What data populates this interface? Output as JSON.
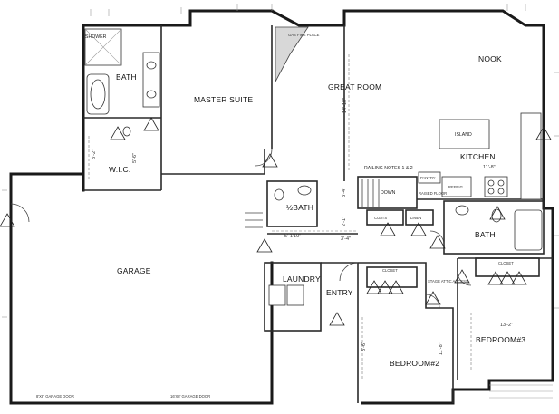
{
  "rooms": {
    "master_suite": "MASTER SUITE",
    "great_room": "GREAT ROOM",
    "nook": "NOOK",
    "kitchen": "KITCHEN",
    "garage": "GARAGE",
    "bath_master": "BATH",
    "wic": "W.I.C.",
    "half_bath": "½BATH",
    "laundry": "LAUNDRY",
    "entry": "ENTRY",
    "bath_hall": "BATH",
    "bedroom2": "BEDROOM#2",
    "bedroom3": "BEDROOM#3"
  },
  "labels": {
    "shower": "SHOWER",
    "island": "ISLAND",
    "fireplace": "GAS FIRE PLACE",
    "railing_notes": "RAILING NOTES 1 & 2",
    "pantry": "PANTRY",
    "raised_floor": "RAISED FLOOR",
    "refrig": "REFRIG",
    "down": "DOWN",
    "coats": "COATS",
    "linen": "LINEN",
    "closet_b2": "CLOSET",
    "closet_b3": "CLOSET",
    "attic_access": "STAGE ATTIC ACCESS",
    "garage_door_left": "8'X8' GARAGE DOOR",
    "garage_door_right": "16'X8' GARAGE DOOR"
  },
  "dimensions": {
    "d1": "14'-10\"",
    "d2": "11'-8\"",
    "d3": "5'-6\"",
    "d4": "3'-4\"",
    "d5": "5'-1'10\"",
    "d6": "8'-2\"",
    "d7": "5'-6\"",
    "d8": "11'-8\"",
    "d9": "13'-2\"",
    "d10": "2'-1\"",
    "d11": "3'-4\""
  }
}
